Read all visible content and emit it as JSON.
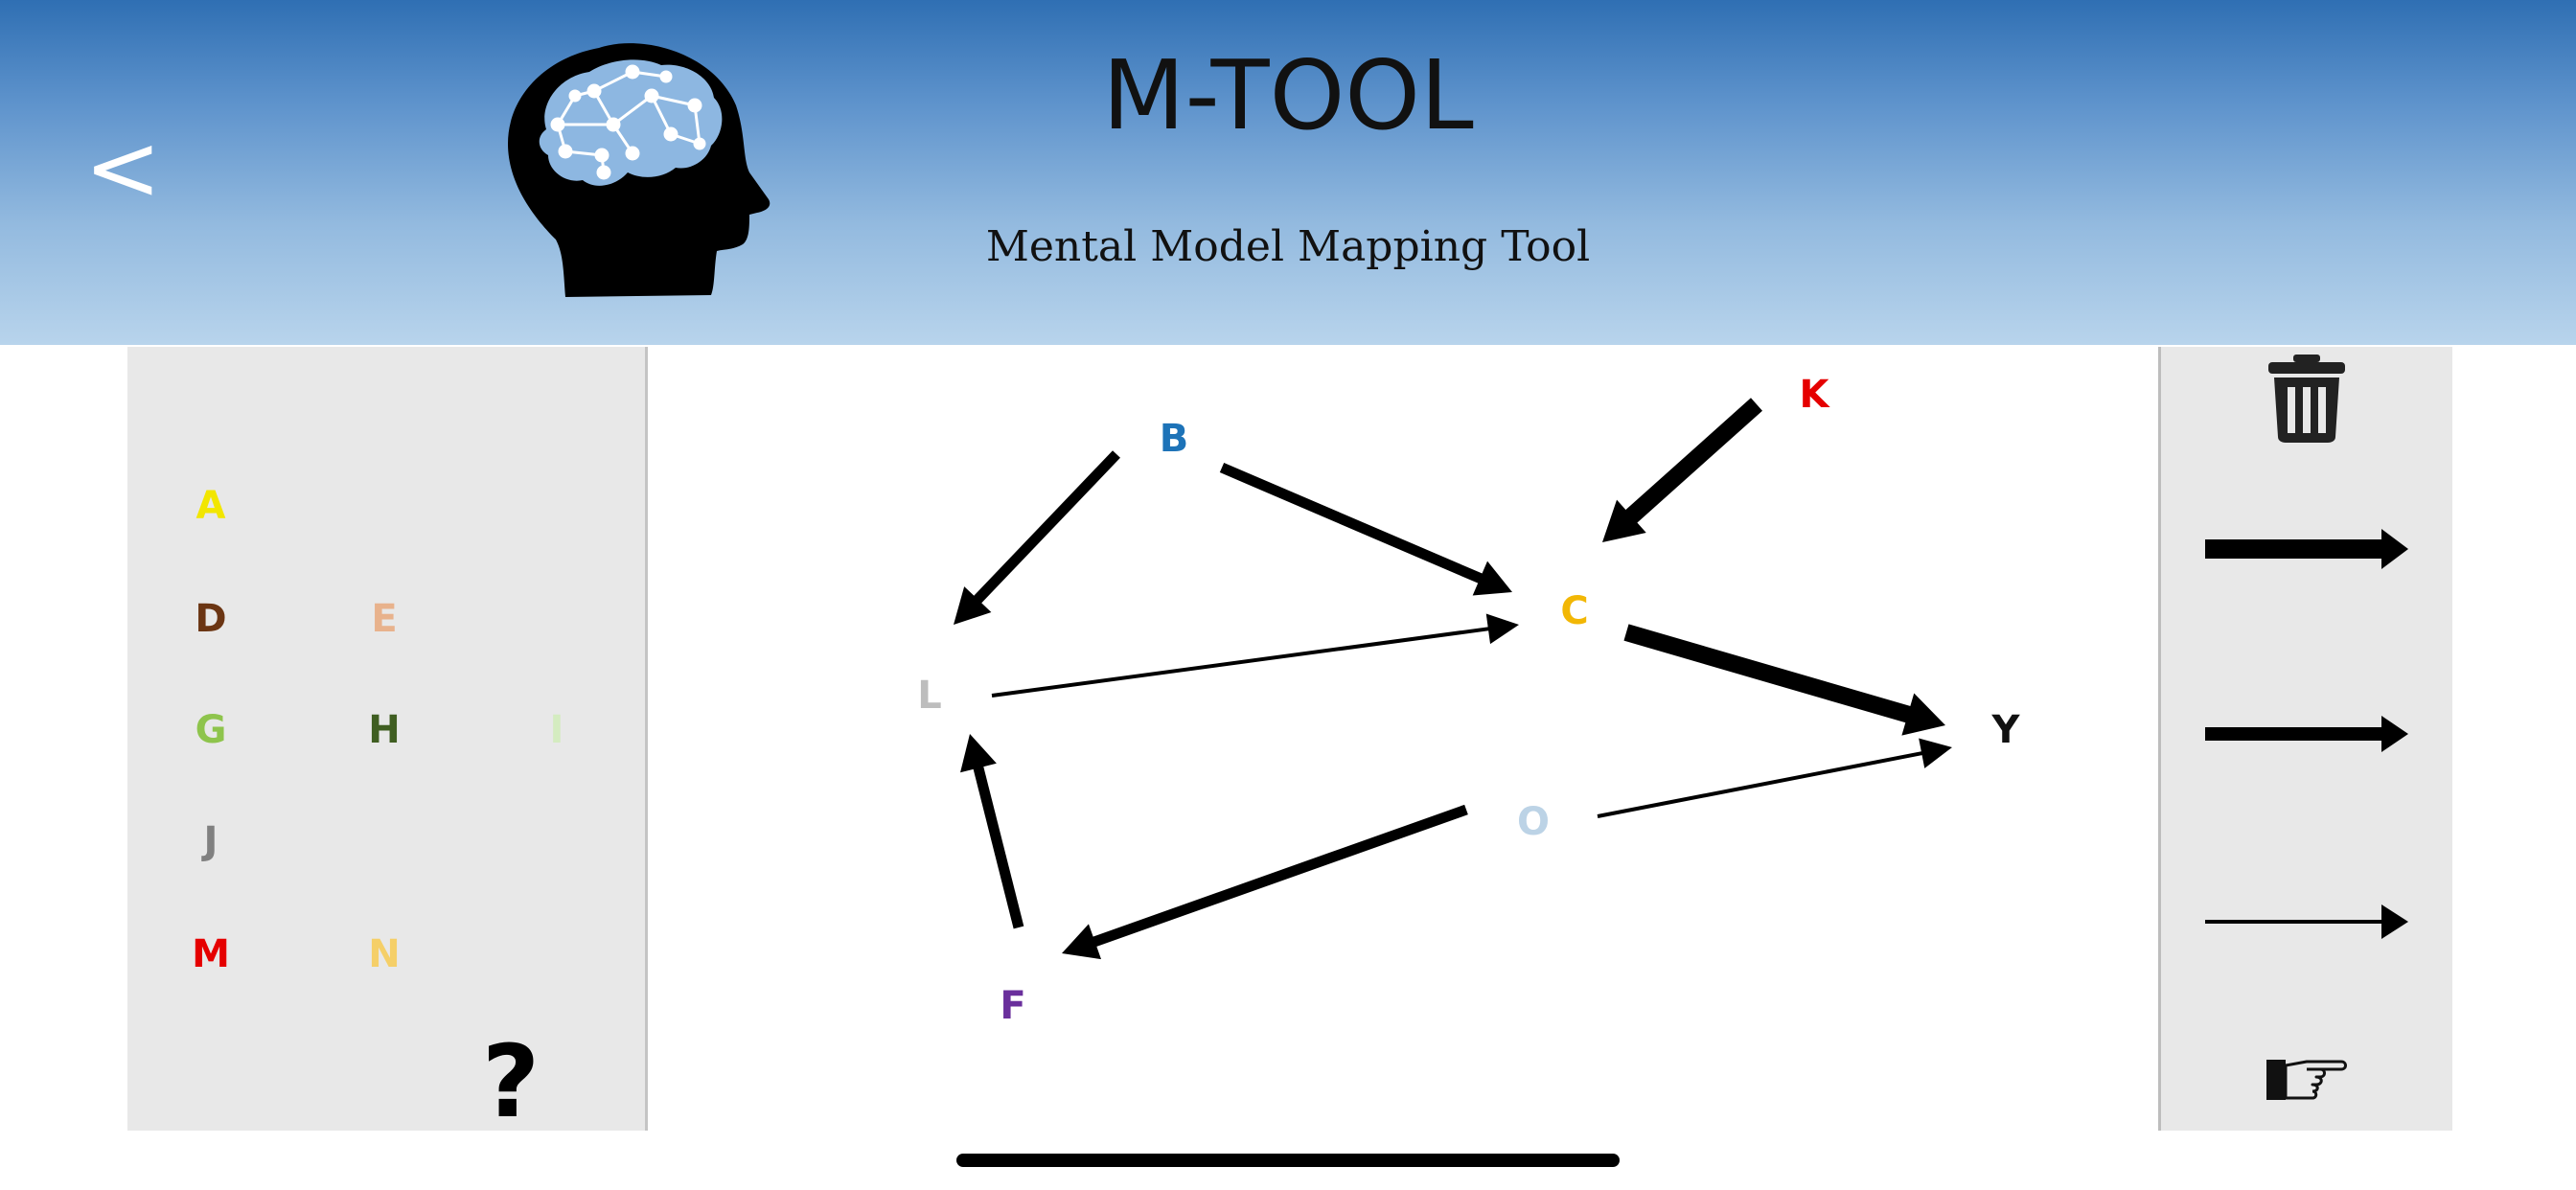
{
  "header": {
    "back_label": "<",
    "title": "M-TOOL",
    "subtitle": "Mental Model Mapping Tool"
  },
  "palette": {
    "items": [
      {
        "label": "A",
        "color": "#f2e600"
      },
      {
        "label": "D",
        "color": "#6b3513"
      },
      {
        "label": "E",
        "color": "#e8b28c"
      },
      {
        "label": "G",
        "color": "#8ec44c"
      },
      {
        "label": "H",
        "color": "#3f5e21"
      },
      {
        "label": "I",
        "color": "#d4ecc0"
      },
      {
        "label": "J",
        "color": "#808080"
      },
      {
        "label": "M",
        "color": "#e50000"
      },
      {
        "label": "N",
        "color": "#f5cf68"
      }
    ],
    "help_label": "?"
  },
  "tools": {
    "trash_icon": "trash-icon",
    "arrow_thick_icon": "thick-arrow-icon",
    "arrow_medium_icon": "medium-arrow-icon",
    "arrow_thin_icon": "thin-arrow-icon",
    "pointer_icon": "pointing-hand-icon"
  },
  "map": {
    "nodes": [
      {
        "id": "B",
        "label": "B",
        "color": "#1d73b8"
      },
      {
        "id": "K",
        "label": "K",
        "color": "#e50000"
      },
      {
        "id": "C",
        "label": "C",
        "color": "#f2b705"
      },
      {
        "id": "L",
        "label": "L",
        "color": "#bdbdbd"
      },
      {
        "id": "Y",
        "label": "Y",
        "color": "#111111"
      },
      {
        "id": "O",
        "label": "O",
        "color": "#bcd3e6"
      },
      {
        "id": "F",
        "label": "F",
        "color": "#6a2f9c"
      }
    ],
    "edges": [
      {
        "from": "B",
        "to": "L",
        "weight": "medium"
      },
      {
        "from": "B",
        "to": "C",
        "weight": "medium"
      },
      {
        "from": "K",
        "to": "C",
        "weight": "thick"
      },
      {
        "from": "C",
        "to": "Y",
        "weight": "thick"
      },
      {
        "from": "L",
        "to": "C",
        "weight": "thin"
      },
      {
        "from": "O",
        "to": "Y",
        "weight": "thin"
      },
      {
        "from": "O",
        "to": "F",
        "weight": "medium"
      },
      {
        "from": "F",
        "to": "L",
        "weight": "medium"
      }
    ]
  }
}
